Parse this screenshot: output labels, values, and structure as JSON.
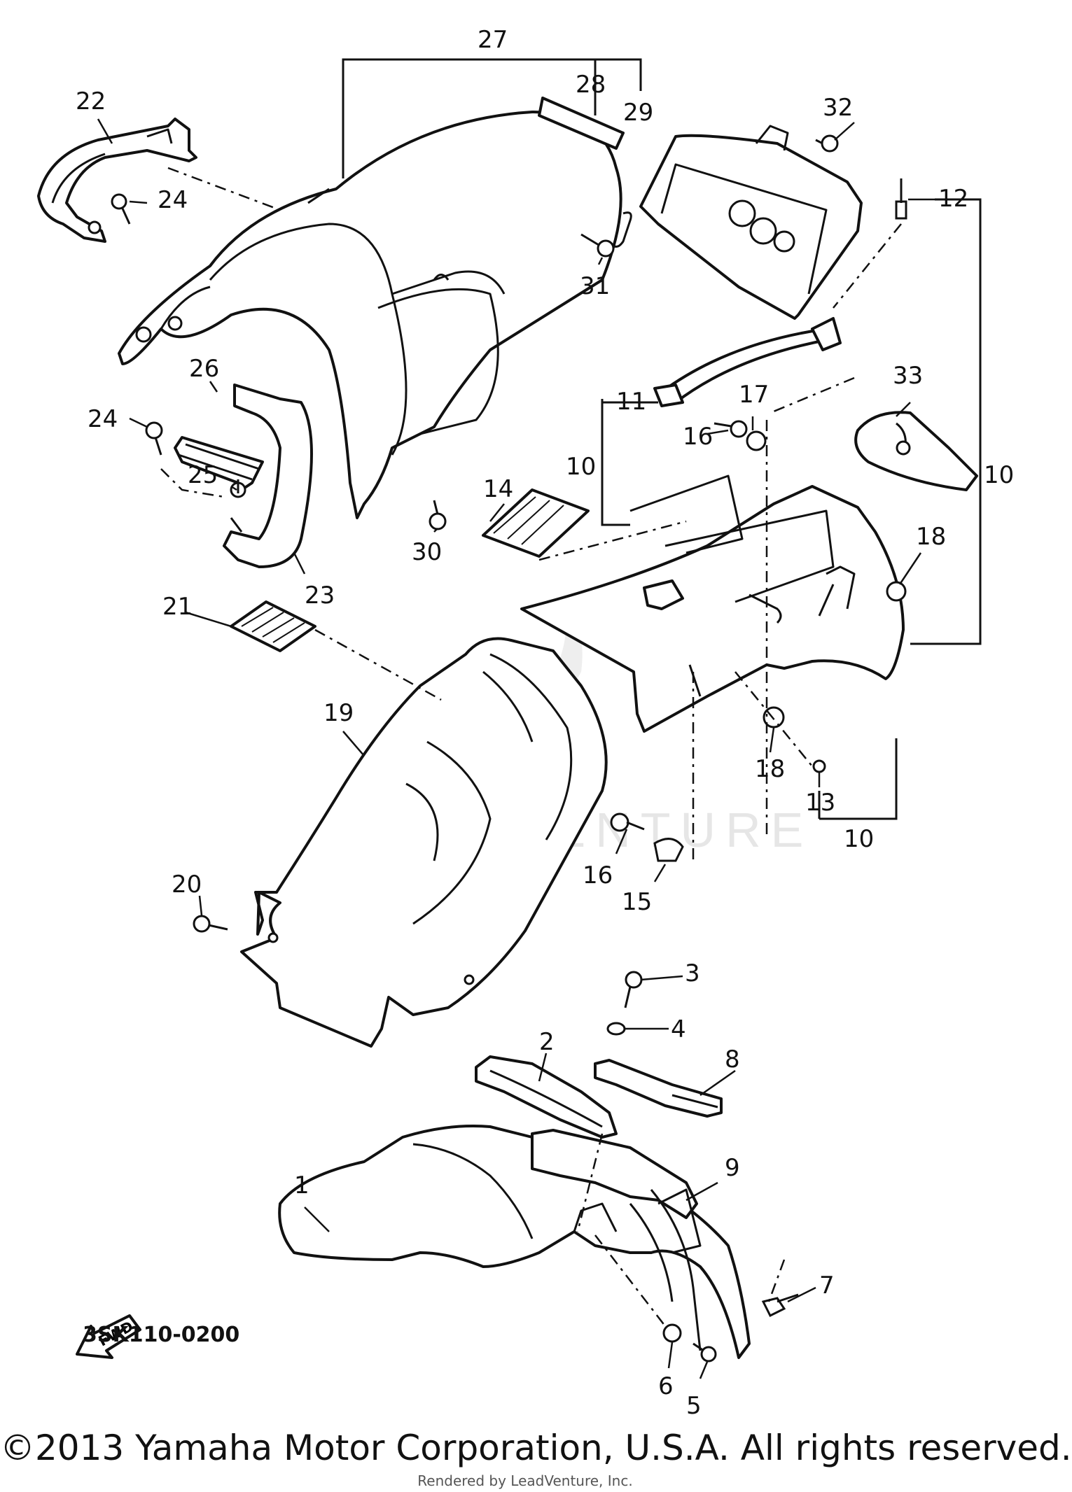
{
  "diagram": {
    "code": "3SK110-0200",
    "watermark": "LEADVENTURE",
    "fwd_label": "FWD",
    "callouts": [
      {
        "id": "c27",
        "text": "27"
      },
      {
        "id": "c28",
        "text": "28"
      },
      {
        "id": "c29",
        "text": "29"
      },
      {
        "id": "c22",
        "text": "22"
      },
      {
        "id": "c24a",
        "text": "24"
      },
      {
        "id": "c32",
        "text": "32"
      },
      {
        "id": "c12",
        "text": "12"
      },
      {
        "id": "c31",
        "text": "31"
      },
      {
        "id": "c33",
        "text": "33"
      },
      {
        "id": "c11",
        "text": "11"
      },
      {
        "id": "c17",
        "text": "17"
      },
      {
        "id": "c16a",
        "text": "16"
      },
      {
        "id": "c26",
        "text": "26"
      },
      {
        "id": "c24b",
        "text": "24"
      },
      {
        "id": "c25",
        "text": "25"
      },
      {
        "id": "c10a",
        "text": "10"
      },
      {
        "id": "c10b",
        "text": "10"
      },
      {
        "id": "c14",
        "text": "14"
      },
      {
        "id": "c18a",
        "text": "18"
      },
      {
        "id": "c30",
        "text": "30"
      },
      {
        "id": "c23",
        "text": "23"
      },
      {
        "id": "c21",
        "text": "21"
      },
      {
        "id": "c19",
        "text": "19"
      },
      {
        "id": "c18b",
        "text": "18"
      },
      {
        "id": "c13",
        "text": "13"
      },
      {
        "id": "c10c",
        "text": "10"
      },
      {
        "id": "c16b",
        "text": "16"
      },
      {
        "id": "c15",
        "text": "15"
      },
      {
        "id": "c20",
        "text": "20"
      },
      {
        "id": "c3",
        "text": "3"
      },
      {
        "id": "c4",
        "text": "4"
      },
      {
        "id": "c2",
        "text": "2"
      },
      {
        "id": "c8",
        "text": "8"
      },
      {
        "id": "c9",
        "text": "9"
      },
      {
        "id": "c1",
        "text": "1"
      },
      {
        "id": "c7",
        "text": "7"
      },
      {
        "id": "c6",
        "text": "6"
      },
      {
        "id": "c5",
        "text": "5"
      }
    ]
  },
  "footer": {
    "copyright": "©2013 Yamaha Motor Corporation, U.S.A. All rights reserved.",
    "overlay": "Rendered by LeadVenture, Inc."
  }
}
